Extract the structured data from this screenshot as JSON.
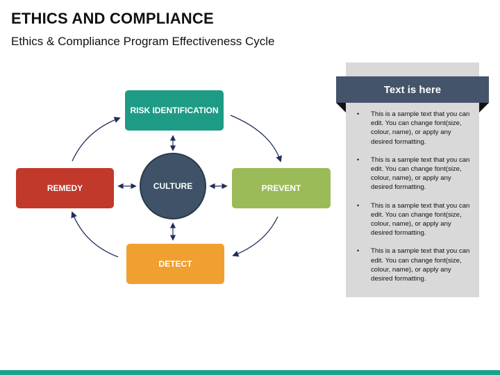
{
  "header": {
    "title": "ETHICS AND COMPLIANCE",
    "subtitle": "Ethics & Compliance Program Effectiveness Cycle"
  },
  "cycle": {
    "center": "CULTURE",
    "nodes": [
      {
        "id": "risk",
        "label": "RISK IDENTIFICATION",
        "color": "#1e9b85"
      },
      {
        "id": "prevent",
        "label": "PREVENT",
        "color": "#9bbb59"
      },
      {
        "id": "detect",
        "label": "DETECT",
        "color": "#f0a030"
      },
      {
        "id": "remedy",
        "label": "REMEDY",
        "color": "#c0392b"
      }
    ]
  },
  "panel": {
    "heading": "Text is here",
    "bullets": [
      "This is a sample text that you can edit. You can change font(size, colour, name), or apply any desired formatting.",
      "This is a sample text that you can edit. You can change font(size, colour, name), or apply any desired formatting.",
      "This is a sample text that you can edit. You can change font(size, colour, name), or apply any desired formatting.",
      "This is a sample text that you can edit. You can change font(size, colour, name), or apply any desired formatting."
    ]
  },
  "colors": {
    "center": "#3f5268",
    "panel_header": "#44546a",
    "panel_bg": "#d9d9d9",
    "arrow": "#1f2d5a",
    "accent_bar": "#1aa28f"
  }
}
